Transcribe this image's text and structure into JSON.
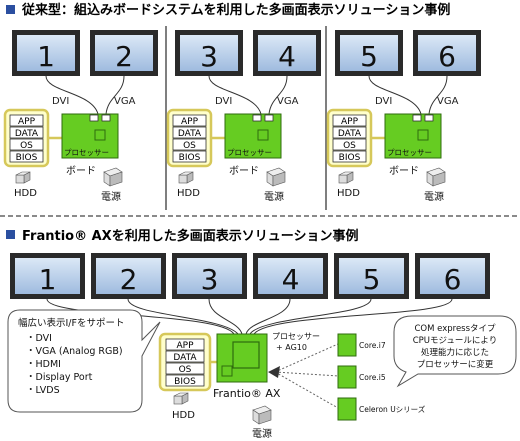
{
  "section1": {
    "title": "従来型：組込みボードシステムを利用した多画面表示ソリューション事例"
  },
  "section2": {
    "title": "Frantio® AXを利用した多画面表示ソリューション事例"
  },
  "labels": {
    "dvi": "DVI",
    "vga": "VGA",
    "processor": "プロセッサー",
    "board": "ボード",
    "hdd": "HDD",
    "power": "電源",
    "frantio": "Frantio® AX",
    "processor_ag10": "プロセッサー＋AG10"
  },
  "stack_layers": [
    "APP",
    "DATA",
    "OS",
    "BIOS"
  ],
  "monitors_top": [
    "1",
    "2",
    "3",
    "4",
    "5",
    "6"
  ],
  "monitors_bottom": [
    "1",
    "2",
    "3",
    "4",
    "5",
    "6"
  ],
  "support_bubble": {
    "title": "幅広い表示I/Fをサポート",
    "items": [
      "・DVI",
      "・VGA (Analog RGB)",
      "・HDMI",
      "・Display Port",
      "・LVDS"
    ]
  },
  "com_bubble": {
    "lines": [
      "COM expressタイプ",
      "CPUモジュールにより",
      "処理能力に応じた",
      "プロセッサーに変更"
    ]
  },
  "cpu_options": [
    "Core.i7",
    "Core.i5",
    "Celeron Uシリーズ"
  ],
  "colors": {
    "heading_square": "#2b4fa0",
    "monitor_frame": "#333333",
    "monitor_screen": "#b9cfe8",
    "board": "#66cc22",
    "stack_fill": "#ffffcc",
    "stack_outline": "#d6c85a"
  }
}
